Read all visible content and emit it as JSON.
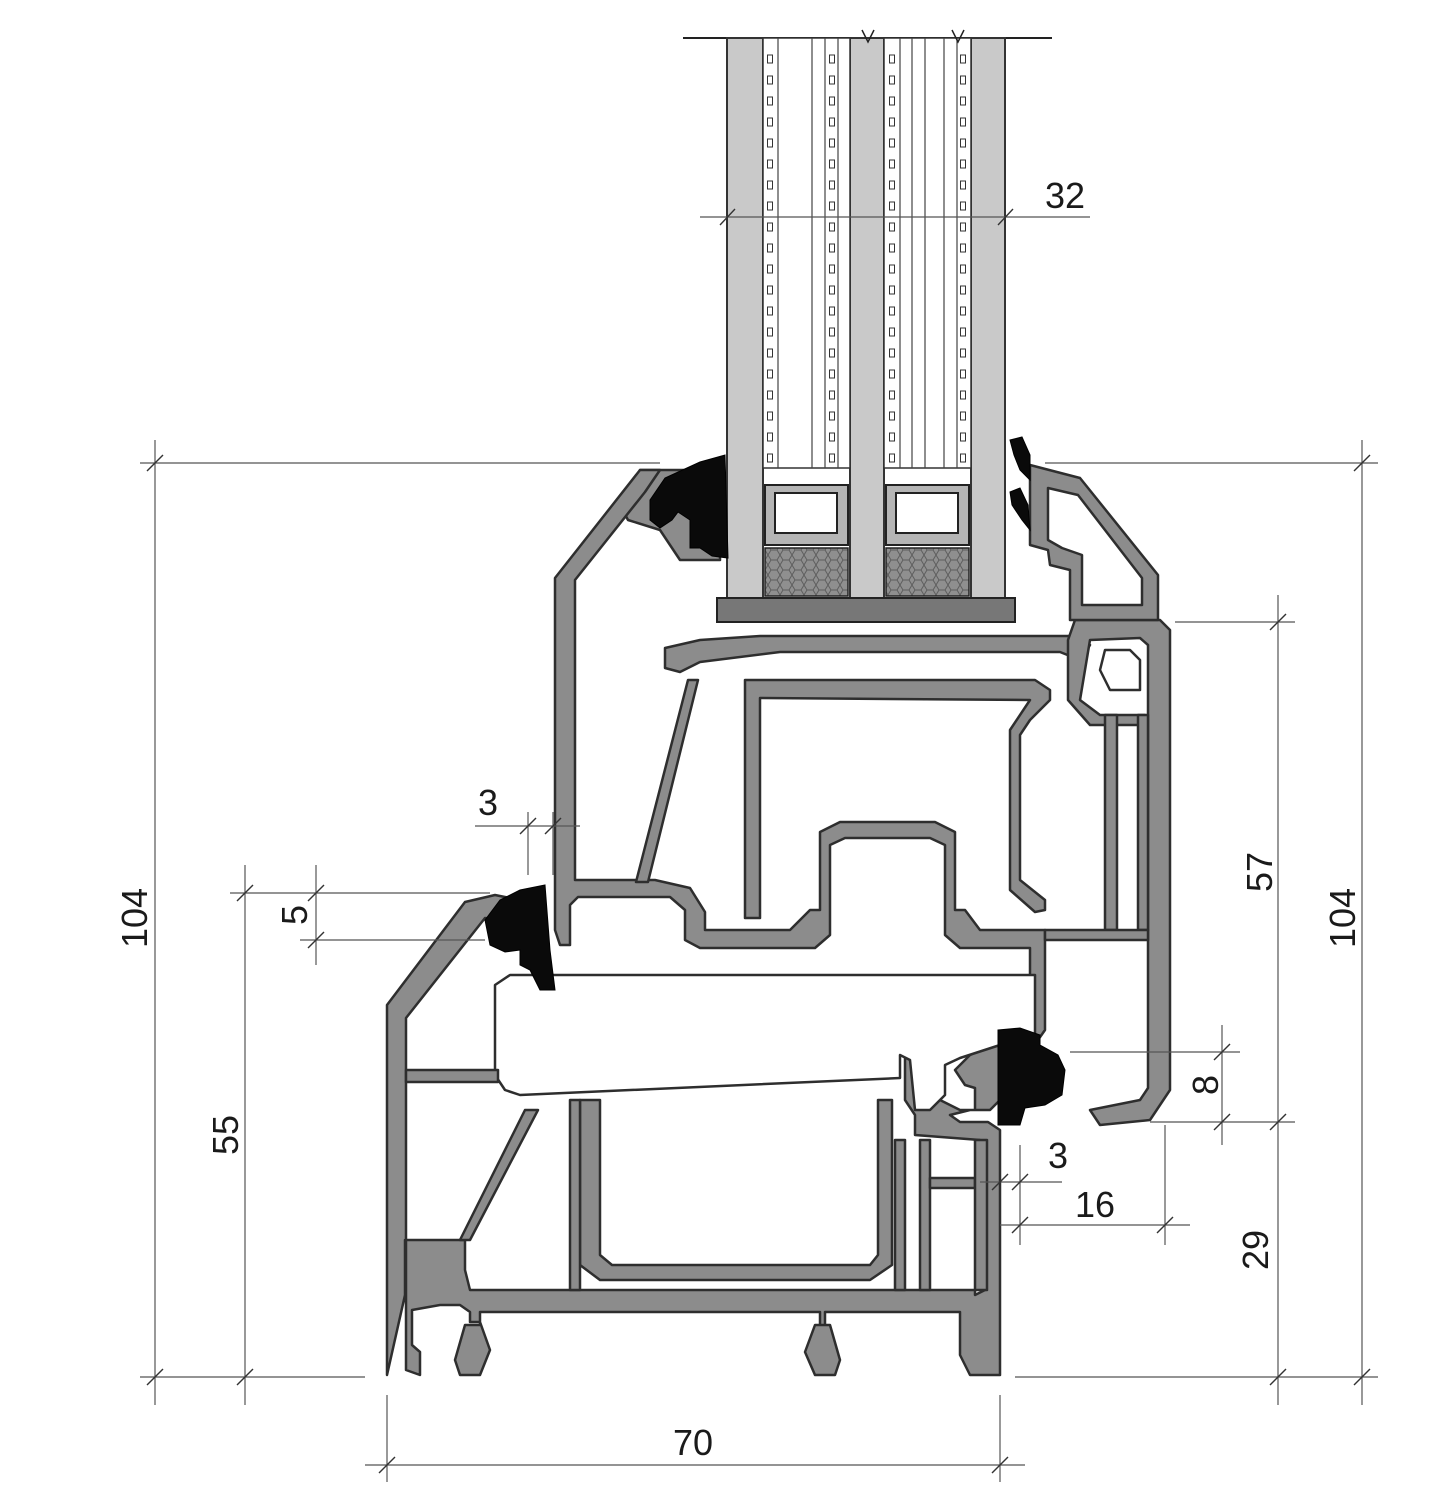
{
  "dimensions": {
    "glass_thickness": "32",
    "overall_height_left": "104",
    "overall_height_right": "104",
    "frame_height": "55",
    "gasket_offset": "5",
    "gap_small_left": "3",
    "sash_height": "57",
    "rebate": "8",
    "gap_small_right": "3",
    "overlap": "16",
    "frame_sight": "29",
    "frame_depth": "70"
  },
  "colors": {
    "profile": "#8c8c8c",
    "profile_edge": "#3a3a3a",
    "glass": "#c8c8c8",
    "gasket": "#0a0a0a",
    "spacer_fill": "#9a9a9a",
    "glazing_block": "#777777"
  }
}
